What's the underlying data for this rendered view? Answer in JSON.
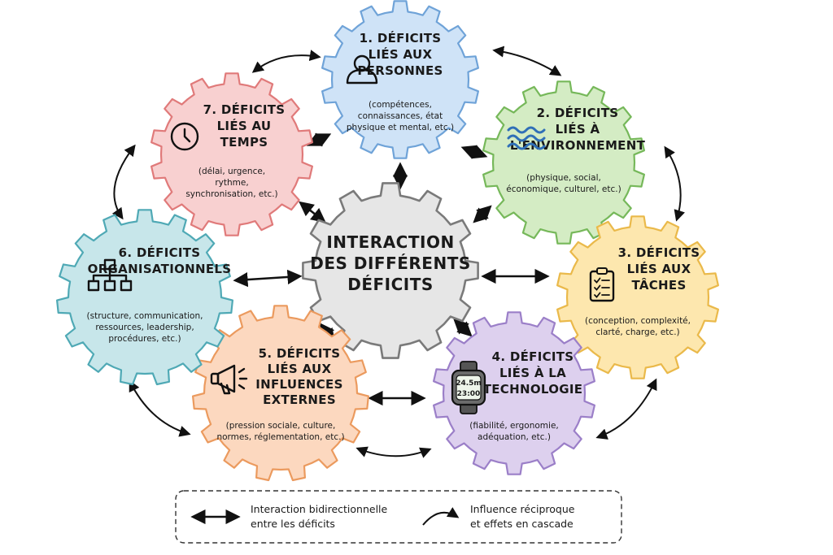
{
  "center": {
    "lines": [
      "INTERACTION",
      "DES DIFFÉRENTS",
      "DÉFICITS"
    ],
    "fill": "#e6e6e6",
    "stroke": "#7a7a7a"
  },
  "gears": [
    {
      "id": "personnes",
      "title": [
        "1. DÉFICITS",
        "LIÉS AUX",
        "PERSONNES"
      ],
      "desc": [
        "(compétences,",
        "connaissances, état",
        "physique et mental, etc.)"
      ],
      "fill": "#cfe3f7",
      "stroke": "#6fa3d8",
      "icon": "person-icon"
    },
    {
      "id": "environnement",
      "title": [
        "2. DÉFICITS",
        "LIÉS À",
        "L'ENVIRONNEMENT"
      ],
      "desc": [
        "(physique, social,",
        "économique, culturel, etc.)"
      ],
      "fill": "#d4ecc4",
      "stroke": "#76b85a",
      "icon": "waves-icon"
    },
    {
      "id": "taches",
      "title": [
        "3. DÉFICITS",
        "LIÉS AUX",
        "TÂCHES"
      ],
      "desc": [
        "(conception, complexité,",
        "clarté, charge, etc.)"
      ],
      "fill": "#fde7ae",
      "stroke": "#eab94a",
      "icon": "clipboard-checklist-icon"
    },
    {
      "id": "technologie",
      "title": [
        "4. DÉFICITS",
        "LIÉS À LA",
        "TECHNOLOGIE"
      ],
      "desc": [
        "(fiabilité, ergonomie,",
        "adéquation, etc.)"
      ],
      "fill": "#ddd0ee",
      "stroke": "#9b7fc8",
      "icon": "smartwatch-icon",
      "watch_lines": [
        "24.5m",
        "23:00"
      ]
    },
    {
      "id": "influences",
      "title": [
        "5. DÉFICITS",
        "LIÉS AUX",
        "INFLUENCES",
        "EXTERNES"
      ],
      "desc": [
        "(pression sociale, culture,",
        "normes, réglementation, etc.)"
      ],
      "fill": "#fcd8bf",
      "stroke": "#eb9a5e",
      "icon": "megaphone-icon"
    },
    {
      "id": "organisationnels",
      "title": [
        "6. DÉFICITS",
        "ORGANISATIONNELS"
      ],
      "desc": [
        "(structure, communication,",
        "ressources, leadership,",
        "procédures, etc.)"
      ],
      "fill": "#c7e6ea",
      "stroke": "#4fa9b5",
      "icon": "org-chart-icon"
    },
    {
      "id": "temps",
      "title": [
        "7. DÉFICITS",
        "LIÉS AU",
        "TEMPS"
      ],
      "desc": [
        "(délai, urgence,",
        "rythme,",
        "synchronisation, etc.)"
      ],
      "fill": "#f8d0d0",
      "stroke": "#e07a7a",
      "icon": "clock-icon"
    }
  ],
  "legend": {
    "bidirectional": [
      "Interaction bidirectionnelle",
      "entre les déficits"
    ],
    "cascade": [
      "Influence réciproque",
      "et effets en cascade"
    ]
  }
}
